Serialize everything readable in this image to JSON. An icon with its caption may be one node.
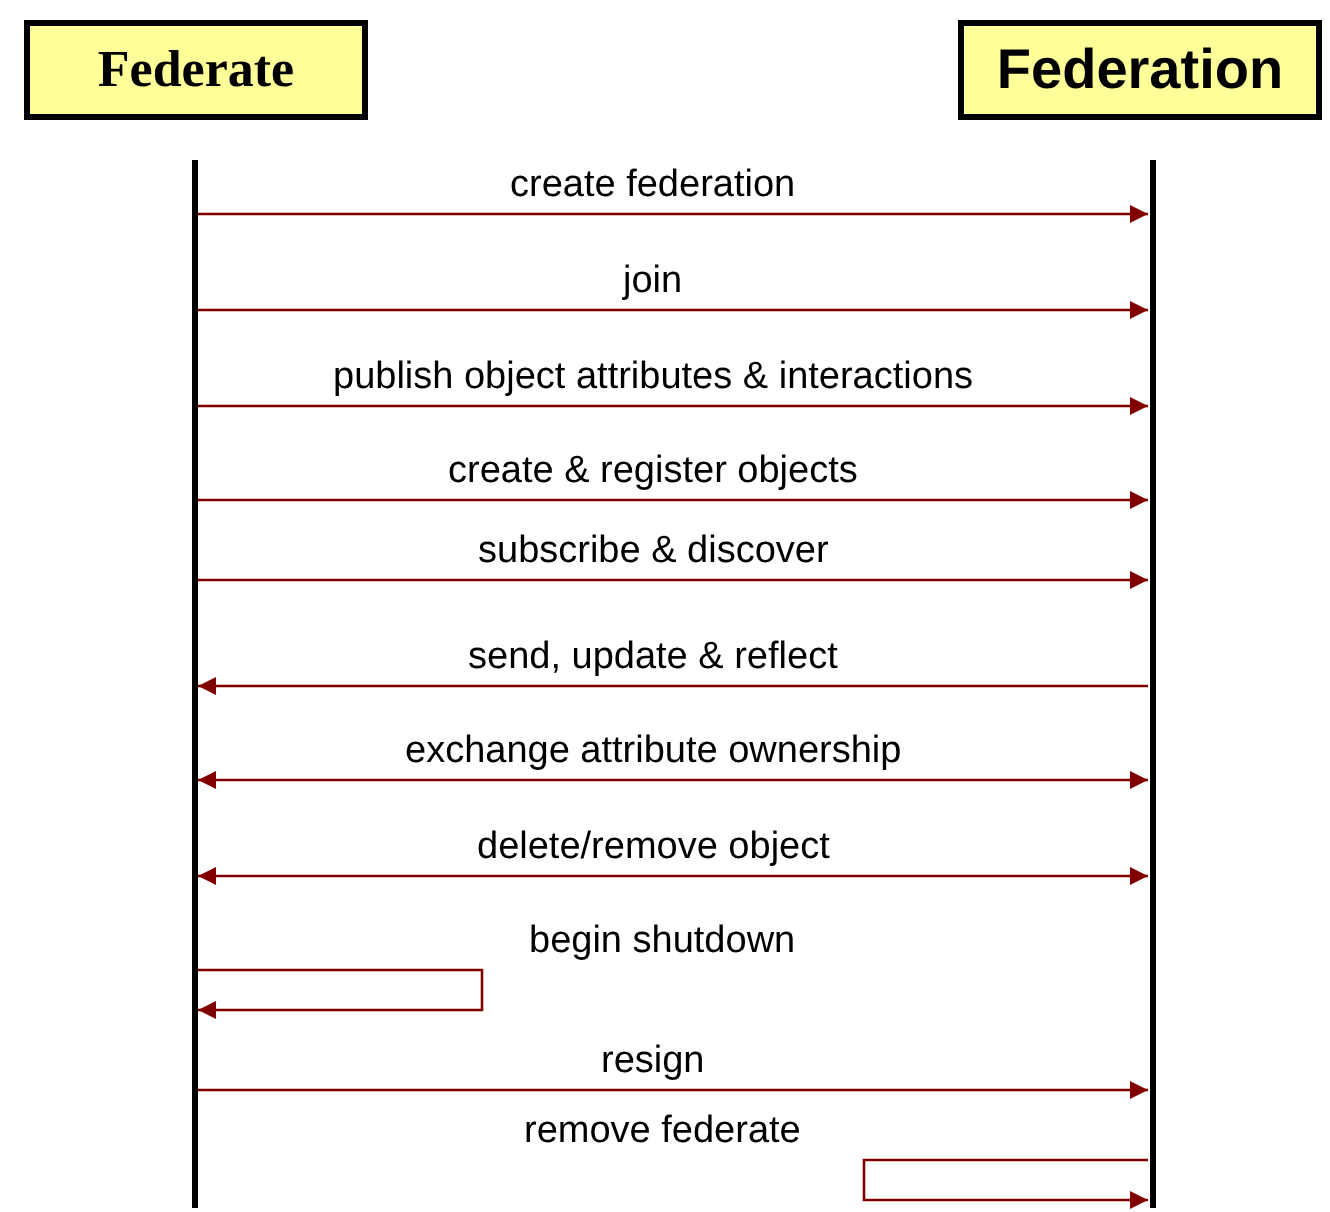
{
  "diagram": {
    "nodes": [
      {
        "text": [
          "Federate"
        ]
      },
      {
        "text": [
          "Federation"
        ]
      }
    ],
    "edges": [
      {
        "from": 0,
        "to": 1,
        "arrow": "to",
        "label": "create federation"
      },
      {
        "from": 0,
        "to": 1,
        "arrow": "to",
        "label": "join"
      },
      {
        "from": 0,
        "to": 1,
        "arrow": "to",
        "label": "publish object attributes & interactions"
      },
      {
        "from": 0,
        "to": 1,
        "arrow": "to",
        "label": "create & register objects"
      },
      {
        "from": 0,
        "to": 1,
        "arrow": "to",
        "label": "subscribe & discover"
      },
      {
        "from": 1,
        "to": 0,
        "arrow": "to",
        "label": "send, update & reflect"
      },
      {
        "from": 0,
        "to": 1,
        "arrow": "both",
        "label": "exchange attribute ownership"
      },
      {
        "from": 0,
        "to": 1,
        "arrow": "both",
        "label": "delete/remove object"
      },
      {
        "from": 0,
        "to": 0,
        "arrow": "to",
        "label": "begin shutdown"
      },
      {
        "from": 0,
        "to": 1,
        "arrow": "to",
        "label": "resign"
      },
      {
        "from": 1,
        "to": 1,
        "arrow": "to",
        "label": "remove federate"
      }
    ]
  }
}
